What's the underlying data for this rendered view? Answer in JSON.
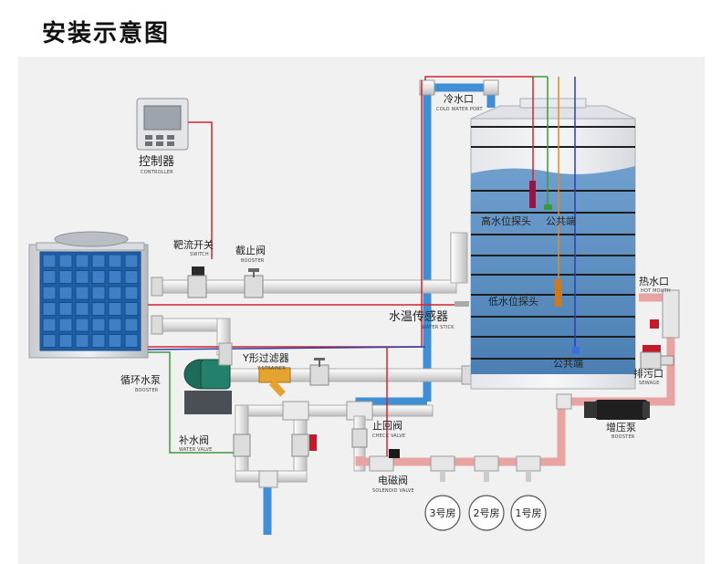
{
  "title": "安装示意图",
  "labels": {
    "controller_cn": "控制器",
    "controller_en": "CONTROLLER",
    "switch_cn": "靶流开关",
    "switch_en": "SWITCH",
    "stop_valve_cn": "截止阀",
    "stop_valve_en": "BOOSTER",
    "cold_port_cn": "冷水口",
    "cold_port_en": "COLD WATER PORT",
    "hot_port_cn": "热水口",
    "hot_port_en": "HOT MOUTH",
    "sewage_cn": "排污口",
    "sewage_en": "SEWAGE",
    "high_level": "高水位探头",
    "common1": "公共端",
    "low_level": "低水位探头",
    "common2": "公共端",
    "sensor_cn": "水温传感器",
    "sensor_en": "WATER STICK",
    "strainer_cn": "Y形过滤器",
    "strainer_en": "Y-STRAINER",
    "pump_cn": "循环水泵",
    "pump_en": "BOOSTER",
    "check_cn": "止回阀",
    "check_en": "CHECK VALVE",
    "refill_cn": "补水阀",
    "refill_en": "WATER VALVE",
    "solenoid_cn": "电磁阀",
    "solenoid_en": "SOLENOID VALVE",
    "booster_cn": "增压泵",
    "booster_en": "BOOSTER",
    "room3": "3号房",
    "room2": "2号房",
    "room1": "1号房"
  },
  "colors": {
    "pipe_blue": "#3f8fd6",
    "pipe_red": "#e8a3a3",
    "pipe_grey": "#e6e6e6",
    "wire_red": "#d0262c",
    "wire_blue": "#2b3fb0",
    "wire_green": "#3c9a3c",
    "wire_orange": "#e38a1e",
    "tank_water": "#5a8fc0",
    "pump_green": "#1e6b5a"
  }
}
